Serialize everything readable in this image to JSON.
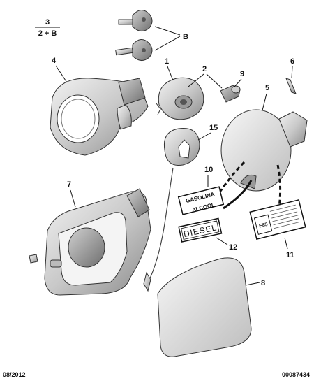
{
  "callouts": {
    "c3_top": "3",
    "c3_bottom": "2 + B",
    "cB": "B",
    "c1": "1",
    "c2": "2",
    "c4": "4",
    "c5": "5",
    "c6": "6",
    "c7": "7",
    "c8": "8",
    "c9": "9",
    "c10": "10",
    "c11": "11",
    "c12": "12",
    "c15": "15"
  },
  "labels": {
    "gasolina_line1": "GASOLINA",
    "gasolina_line2": "ALCOOL",
    "diesel": "DIESEL",
    "e85": "E85"
  },
  "footer": {
    "date": "08/2012",
    "ref": "00087434"
  }
}
